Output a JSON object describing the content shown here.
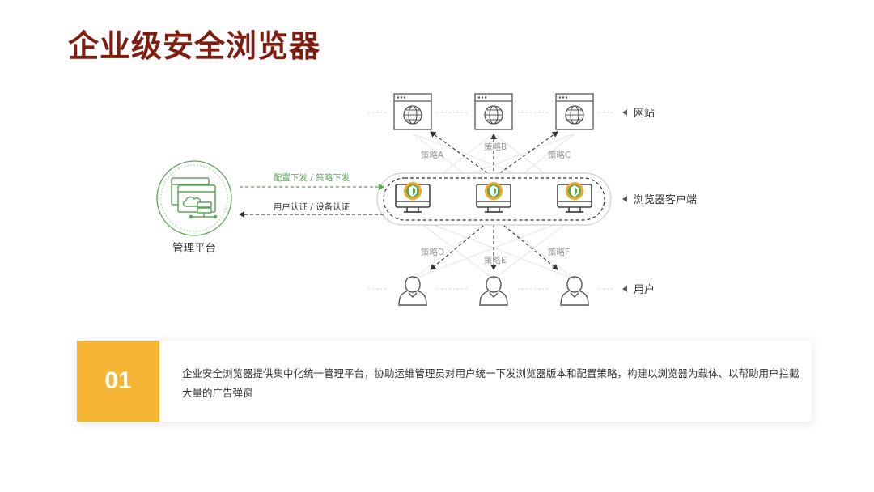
{
  "title": "企业级安全浏览器",
  "diagram": {
    "management_platform_label": "管理平台",
    "arrow_down_label": "配置下发 / 策略下发",
    "arrow_up_label": "用户认证 / 设备认证",
    "row_labels": {
      "websites": "网站",
      "clients": "浏览器客户端",
      "users": "用户"
    },
    "top_policies": [
      "策略A",
      "策略B",
      "策略C"
    ],
    "bottom_policies": [
      "策略D",
      "策略E",
      "策略F"
    ],
    "colors": {
      "green": "#5aa855",
      "dark": "#333333",
      "gray": "#999999"
    }
  },
  "info": {
    "number": "01",
    "text": "企业安全浏览器提供集中化统一管理平台，协助运维管理员对用户统一下发浏览器版本和配置策略，构建以浏览器为载体、以帮助用户拦截大量的广告弹窗",
    "accent_color": "#f7b535"
  }
}
